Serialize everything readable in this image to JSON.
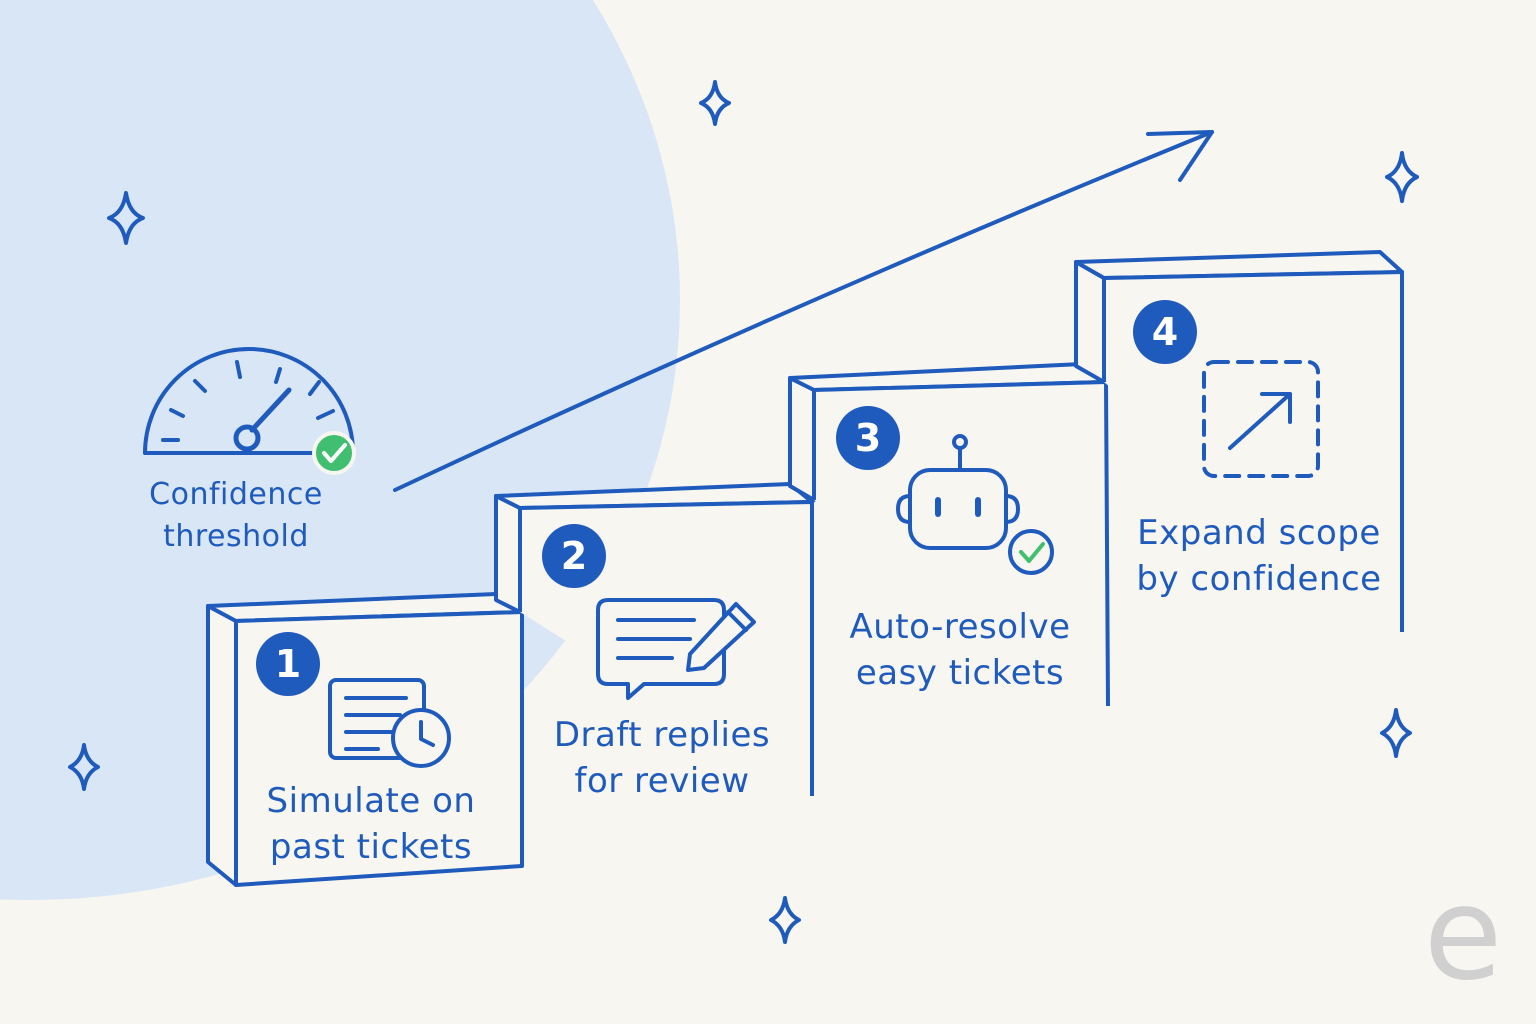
{
  "gauge": {
    "label_line1": "Confidence",
    "label_line2": "threshold"
  },
  "steps": [
    {
      "number": "1",
      "line1": "Simulate on",
      "line2": "past tickets",
      "icon": "ticket-clock-icon"
    },
    {
      "number": "2",
      "line1": "Draft replies",
      "line2": "for review",
      "icon": "chat-pencil-icon"
    },
    {
      "number": "3",
      "line1": "Auto-resolve",
      "line2": "easy tickets",
      "icon": "robot-check-icon"
    },
    {
      "number": "4",
      "line1": "Expand scope",
      "line2": "by confidence",
      "icon": "expand-arrow-icon"
    }
  ],
  "logo": {
    "letter": "e"
  },
  "colors": {
    "ink": "#1f5bbd",
    "background": "#f8f6f1",
    "blob": "#d9e6f6",
    "check": "#3fbf6f",
    "logo": "#d0d0d0"
  }
}
